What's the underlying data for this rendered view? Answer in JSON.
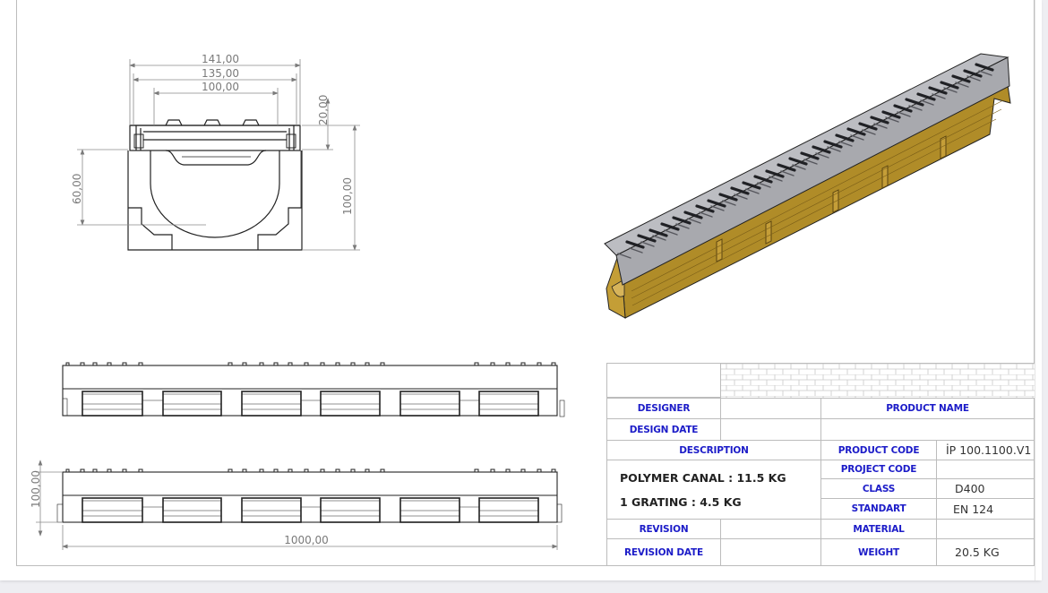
{
  "drawing": {
    "front_view": {
      "dims": {
        "overall_width": "141,00",
        "inner_width": "135,00",
        "channel_width": "100,00",
        "grating_height": "20,00",
        "channel_depth": "60,00",
        "total_height": "100,00"
      }
    },
    "side_view": {
      "dims": {
        "height": "100,00",
        "length": "1000,00"
      }
    },
    "iso_view": {
      "grating_color": "#3c3d44",
      "frame_color": "#b8b9bd",
      "body_color": "#b08c28"
    }
  },
  "title_block": {
    "designer_label": "DESIGNER",
    "designer_value": "",
    "design_date_label": "DESIGN DATE",
    "design_date_value": "",
    "description_label": "DESCRIPTION",
    "description_lines": [
      "POLYMER CANAL : 11.5 KG",
      "1 GRATING : 4.5 KG"
    ],
    "revision_label": "REVISION",
    "revision_value": "",
    "revision_date_label": "REVISION DATE",
    "revision_date_value": "",
    "product_name_label": "PRODUCT NAME",
    "product_name_value": "",
    "fields": [
      {
        "label": "PRODUCT CODE",
        "value": "İP 100.1100.V1"
      },
      {
        "label": "PROJECT CODE",
        "value": ""
      },
      {
        "label": "CLASS",
        "value": "D400"
      },
      {
        "label": "STANDART",
        "value": "EN 124"
      },
      {
        "label": "MATERIAL",
        "value": ""
      },
      {
        "label": "WEIGHT",
        "value": "20.5 KG"
      }
    ],
    "label_color": "#1c1cc8"
  }
}
